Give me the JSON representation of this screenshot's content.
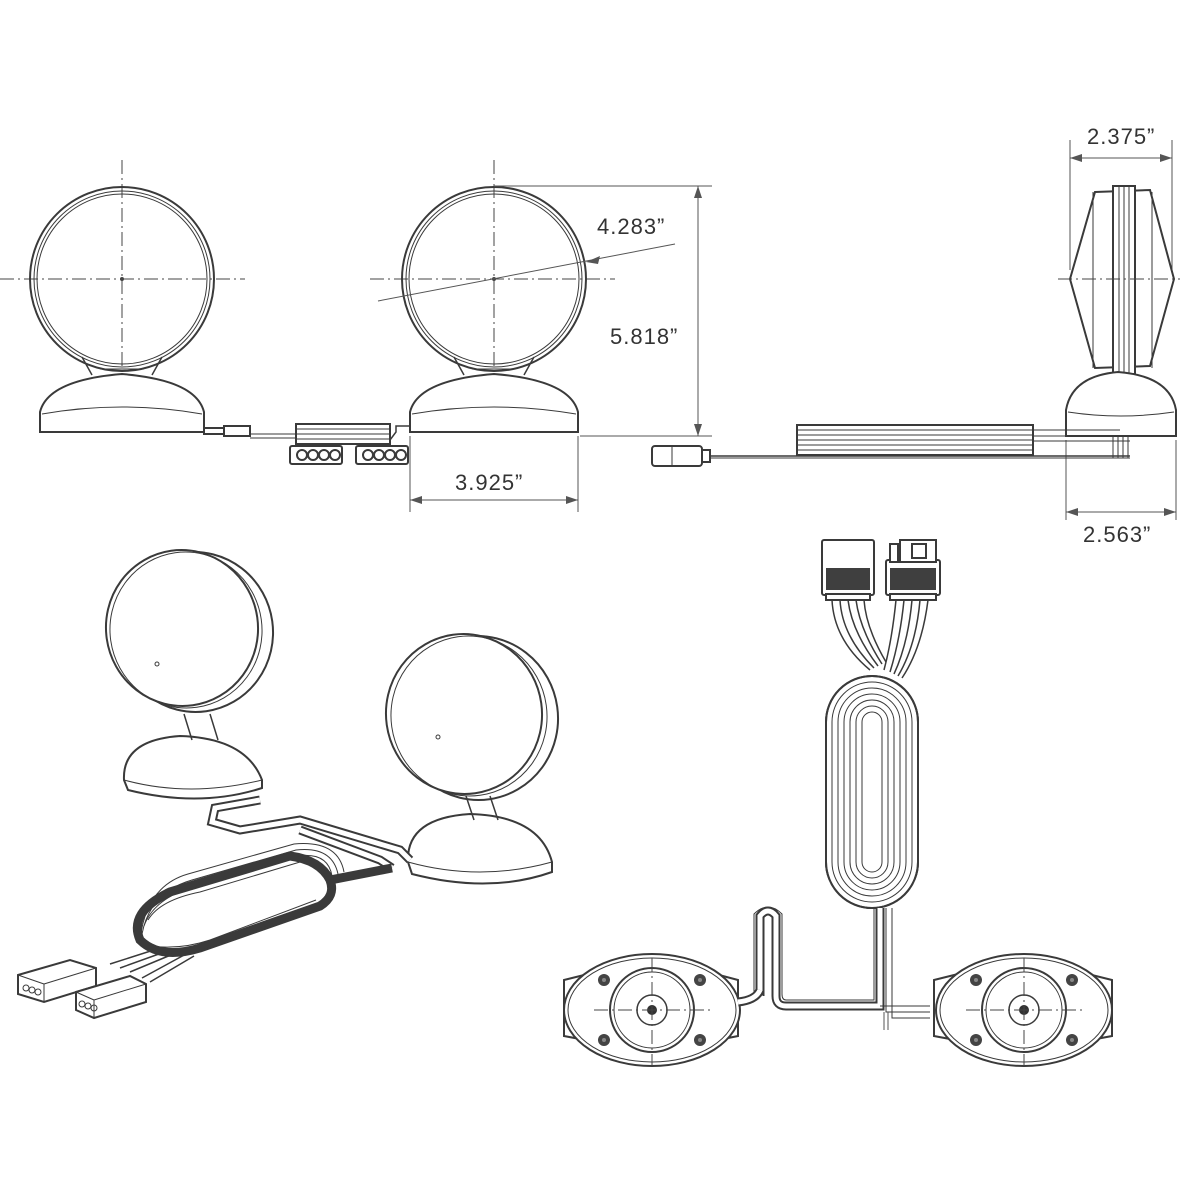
{
  "drawing": {
    "type": "dimensioned technical line drawing",
    "subject": "pair of round pod lights with base, wiring harness and connectors",
    "line_color": "#3a3a3a",
    "background": "#ffffff"
  },
  "dimensions": {
    "lens_diameter": "4.283”",
    "overall_height": "5.818”",
    "base_width": "3.925”",
    "side_depth_top": "2.375”",
    "side_base_depth": "2.563”"
  },
  "views": [
    {
      "id": "front-left",
      "label": "front view light (left)"
    },
    {
      "id": "front-right",
      "label": "front view light (right, dimensioned)"
    },
    {
      "id": "side",
      "label": "side profile view"
    },
    {
      "id": "iso-lights",
      "label": "isometric view of light pair with coiled harness"
    },
    {
      "id": "iso-pods",
      "label": "isometric view of oval pods with connector harness"
    }
  ]
}
